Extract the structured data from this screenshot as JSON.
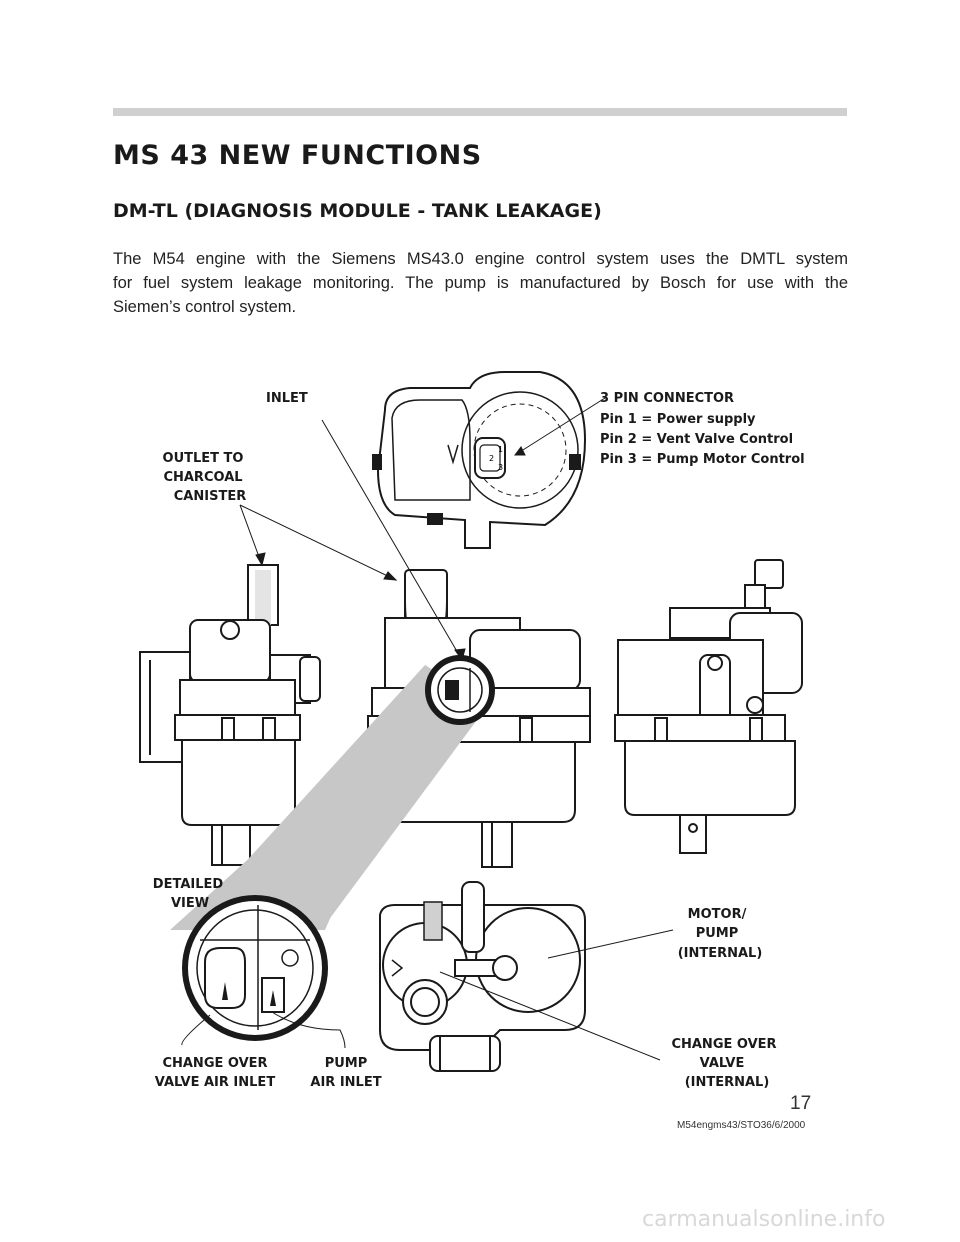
{
  "header": {
    "title": "MS 43 NEW FUNCTIONS",
    "subtitle": "DM-TL (DIAGNOSIS MODULE - TANK LEAKAGE)"
  },
  "body": {
    "lines": [
      "The M54 engine with the Siemens MS43.0 engine control system uses the DMTL system",
      "for fuel system leakage monitoring. The pump is manufactured by Bosch for use with the",
      "Siemen’s control system."
    ]
  },
  "diagram": {
    "inlet": "INLET",
    "connector": {
      "title": "3 PIN CONNECTOR",
      "pin1": "Pin 1 = Power supply",
      "pin2": "Pin 2 = Vent Valve Control",
      "pin3": "Pin 3 = Pump Motor Control",
      "pin_numbers": [
        "1",
        "2",
        "3"
      ]
    },
    "outlet": [
      "OUTLET TO",
      "CHARCOAL",
      "CANISTER"
    ],
    "detailed": [
      "DETAILED",
      "VIEW"
    ],
    "motor": [
      "MOTOR/",
      "PUMP",
      "(INTERNAL)"
    ],
    "changeover_valve": [
      "CHANGE OVER",
      "VALVE",
      "(INTERNAL)"
    ],
    "changeover_inlet": [
      "CHANGE OVER",
      "VALVE AIR INLET"
    ],
    "pump_inlet": [
      "PUMP",
      "AIR INLET"
    ]
  },
  "footer": {
    "page_number": "17",
    "reference": "M54engms43/STO36/6/2000",
    "watermark": "carmanualsonline.info"
  }
}
